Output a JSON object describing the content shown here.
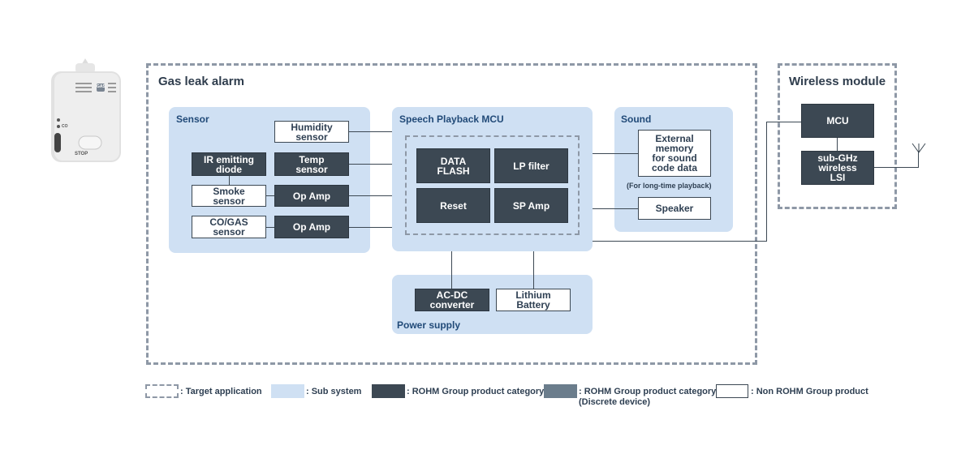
{
  "gas_leak_alarm": {
    "title": "Gas leak alarm"
  },
  "wireless_module": {
    "title": "Wireless module",
    "mcu": "MCU",
    "subghz": "sub-GHz\nwireless\nLSI"
  },
  "device_image": {
    "label_stop": "STOP",
    "label_co": "CO",
    "label_gas": "GAS"
  },
  "sensor": {
    "title": "Sensor",
    "humidity": "Humidity\nsensor",
    "ir": "IR emitting\ndiode",
    "temp": "Temp\nsensor",
    "smoke": "Smoke\nsensor",
    "opamp1": "Op Amp",
    "cogas": "CO/GAS\nsensor",
    "opamp2": "Op Amp"
  },
  "speech_mcu": {
    "title": "Speech Playback MCU",
    "data_flash": "DATA\nFLASH",
    "lp_filter": "LP filter",
    "reset": "Reset",
    "sp_amp": "SP Amp"
  },
  "sound": {
    "title": "Sound",
    "external_memory": "External\nmemory\nfor sound\ncode data",
    "note": "(For long-time playback)",
    "speaker": "Speaker"
  },
  "power_supply": {
    "title": "Power supply",
    "acdc": "AC-DC\nconverter",
    "lithium": "Lithium\nBattery"
  },
  "legend": {
    "target_application": ": Target application",
    "sub_system": ": Sub system",
    "rohm_product": ": ROHM Group product category",
    "rohm_discrete": ": ROHM Group product category\n(Discrete device)",
    "non_rohm": ": Non ROHM Group product"
  },
  "colors": {
    "dark_block": "#3c4853",
    "panel": "#cfe0f3",
    "dashed": "#8e98a6",
    "discrete": "#6b7d8c"
  }
}
